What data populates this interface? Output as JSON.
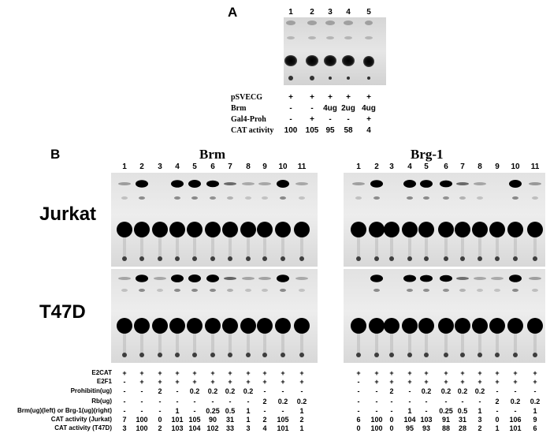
{
  "panel_a": {
    "label": "A",
    "lane_numbers": [
      "1",
      "2",
      "3",
      "4",
      "5"
    ],
    "rows": [
      {
        "label": "pSVECG",
        "values": [
          "+",
          "+",
          "+",
          "+",
          "+"
        ]
      },
      {
        "label": "Brm",
        "values": [
          "-",
          "-",
          "4ug",
          "2ug",
          "4ug"
        ]
      },
      {
        "label": "Gal4-Proh",
        "values": [
          "-",
          "+",
          "-",
          "-",
          "+"
        ]
      },
      {
        "label": "CAT activity",
        "values": [
          "100",
          "105",
          "95",
          "58",
          "4"
        ]
      }
    ]
  },
  "panel_b": {
    "label": "B",
    "left_title": "Brm",
    "right_title": "Brg-1",
    "cell_line_top": "Jurkat",
    "cell_line_bottom": "T47D",
    "lane_numbers": [
      "1",
      "2",
      "3",
      "4",
      "5",
      "6",
      "7",
      "8",
      "9",
      "10",
      "11"
    ],
    "row_labels": [
      "E2CAT",
      "E2F1",
      "Prohibitin(ug)",
      "Rb(ug)",
      "Brm(ug)(left) or Brg-1(ug)(right)",
      "CAT activity (Jurkat)",
      "CAT activity  (T47D)"
    ],
    "left_rows": [
      [
        "+",
        "+",
        "+",
        "+",
        "+",
        "+",
        "+",
        "+",
        "+",
        "+",
        "+"
      ],
      [
        "-",
        "+",
        "+",
        "+",
        "+",
        "+",
        "+",
        "+",
        "+",
        "+",
        "+"
      ],
      [
        "-",
        "-",
        "2",
        "-",
        "0.2",
        "0.2",
        "0.2",
        "0.2",
        "-",
        "-",
        "-"
      ],
      [
        "-",
        "-",
        "-",
        "-",
        "-",
        "-",
        "-",
        "-",
        "2",
        "0.2",
        "0.2"
      ],
      [
        "-",
        "-",
        "-",
        "1",
        "-",
        "0.25",
        "0.5",
        "1",
        "-",
        "-",
        "1"
      ],
      [
        "7",
        "100",
        "0",
        "101",
        "105",
        "90",
        "31",
        "1",
        "2",
        "105",
        "2"
      ],
      [
        "3",
        "100",
        "2",
        "103",
        "104",
        "102",
        "33",
        "3",
        "4",
        "101",
        "1"
      ]
    ],
    "right_rows": [
      [
        "+",
        "+",
        "+",
        "+",
        "+",
        "+",
        "+",
        "+",
        "+",
        "+",
        "+"
      ],
      [
        "-",
        "+",
        "+",
        "+",
        "+",
        "+",
        "+",
        "+",
        "+",
        "+",
        "+"
      ],
      [
        "-",
        "-",
        "2",
        "-",
        "0.2",
        "0.2",
        "0.2",
        "0.2",
        "-",
        "-",
        "-"
      ],
      [
        "-",
        "-",
        "-",
        "-",
        "-",
        "-",
        "-",
        "-",
        "2",
        "0.2",
        "0.2"
      ],
      [
        "-",
        "-",
        "-",
        "1",
        "-",
        "0.25",
        "0.5",
        "1",
        "-",
        "-",
        "1"
      ],
      [
        "6",
        "100",
        "0",
        "104",
        "103",
        "91",
        "31",
        "3",
        "0",
        "106",
        "9"
      ],
      [
        "0",
        "100",
        "0",
        "95",
        "93",
        "88",
        "28",
        "2",
        "1",
        "101",
        "6"
      ]
    ]
  }
}
